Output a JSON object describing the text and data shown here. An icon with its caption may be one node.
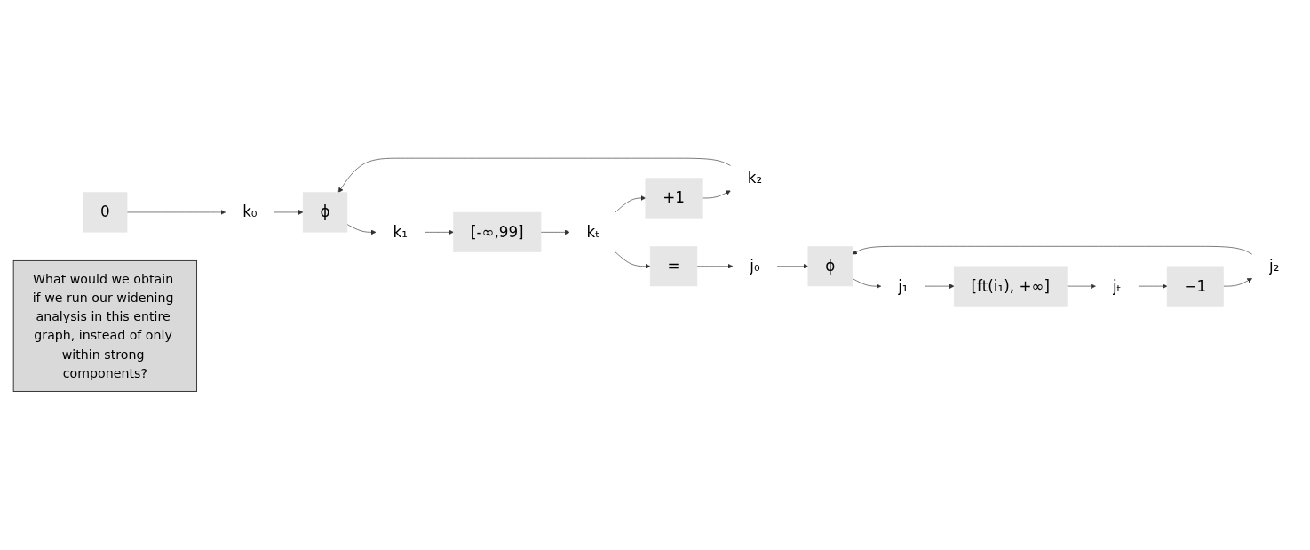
{
  "diagram": {
    "nodes": [
      {
        "text": [
          "0"
        ]
      },
      {
        "text": [
          "k₀"
        ]
      },
      {
        "text": [
          "ϕ"
        ]
      },
      {
        "text": [
          "k₂"
        ]
      },
      {
        "text": [
          "+1"
        ]
      },
      {
        "text": [
          "k₁"
        ]
      },
      {
        "text": [
          "[-∞,99]"
        ]
      },
      {
        "text": [
          "kₜ"
        ]
      },
      {
        "text": [
          "="
        ]
      },
      {
        "text": [
          "j₀"
        ]
      },
      {
        "text": [
          "ϕ"
        ]
      },
      {
        "text": [
          "j₁"
        ]
      },
      {
        "text": [
          "j₂"
        ]
      },
      {
        "text": [
          "[ft(i₁), +∞]"
        ]
      },
      {
        "text": [
          "jₜ"
        ]
      },
      {
        "text": [
          "−1"
        ]
      },
      {
        "text": [
          "What would we obtain if we run our widening analysis in this entire graph, instead of only within strong components?"
        ]
      }
    ],
    "edges": [
      {
        "from": 0,
        "to": 1,
        "arrow": "to"
      },
      {
        "from": 1,
        "to": 2,
        "arrow": "to"
      },
      {
        "from": 3,
        "to": 2,
        "arrow": "to"
      },
      {
        "from": 4,
        "to": 3,
        "arrow": "to"
      },
      {
        "from": 2,
        "to": 5,
        "arrow": "to"
      },
      {
        "from": 5,
        "to": 6,
        "arrow": "to"
      },
      {
        "from": 6,
        "to": 7,
        "arrow": "to"
      },
      {
        "from": 7,
        "to": 4,
        "arrow": "to"
      },
      {
        "from": 7,
        "to": 8,
        "arrow": "to"
      },
      {
        "from": 8,
        "to": 9,
        "arrow": "to"
      },
      {
        "from": 9,
        "to": 10,
        "arrow": "to"
      },
      {
        "from": 10,
        "to": 11,
        "arrow": "to"
      },
      {
        "from": 12,
        "to": 10,
        "arrow": "to"
      },
      {
        "from": 11,
        "to": 13,
        "arrow": "to"
      },
      {
        "from": 13,
        "to": 14,
        "arrow": "to"
      },
      {
        "from": 14,
        "to": 15,
        "arrow": "to"
      },
      {
        "from": 15,
        "to": 12,
        "arrow": "to"
      }
    ]
  }
}
